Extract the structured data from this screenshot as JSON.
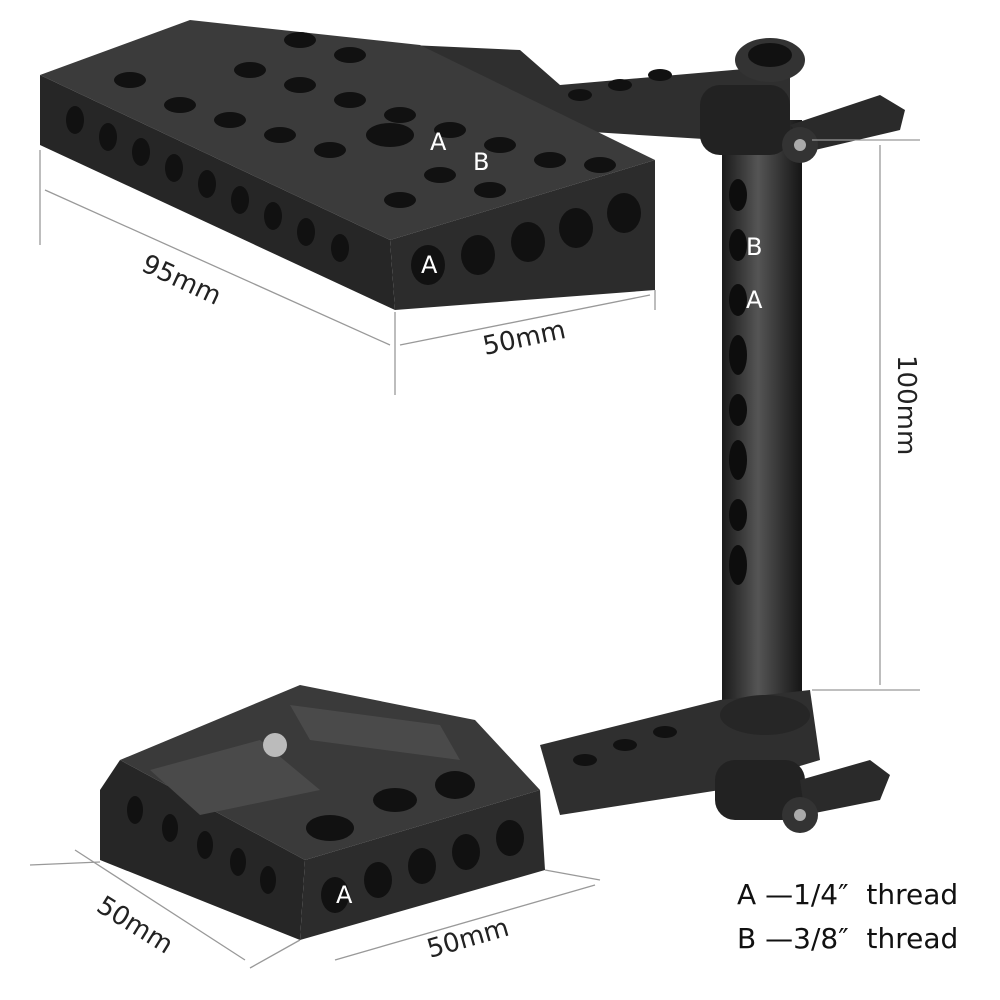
{
  "dimensions": {
    "top_plate_length": "95mm",
    "top_plate_width": "50mm",
    "rod_height": "100mm",
    "bottom_plate_depth": "50mm",
    "bottom_plate_width": "50mm"
  },
  "hole_labels": {
    "a": "A",
    "b": "B"
  },
  "legend": [
    {
      "key": "A",
      "dash": "—",
      "size": "1/4″",
      "word": "thread"
    },
    {
      "key": "B",
      "dash": "—",
      "size": "3/8″",
      "word": "thread"
    }
  ],
  "colors": {
    "metal": "#2a2a2a",
    "metal_light": "#4a4a4a",
    "dim_line": "#999999"
  }
}
